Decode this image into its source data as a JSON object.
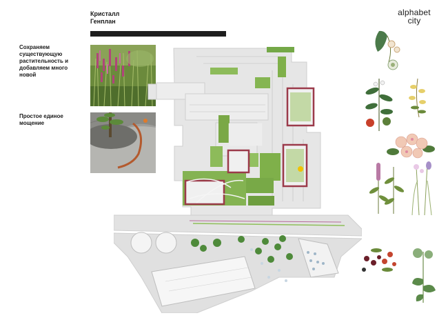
{
  "header": {
    "title_line1": "Кристалл",
    "title_line2": "Генплан"
  },
  "logo": {
    "line1": "alphabet",
    "line2": "city"
  },
  "captions": [
    {
      "line1": "Сохраняем",
      "line2": "существующую",
      "line3": "растительность и",
      "line4": "добавляем много",
      "line5": "новой"
    },
    {
      "line1": "Простое единое",
      "line2": "мощение"
    }
  ],
  "colors": {
    "accent_dark": "#1e1e1e",
    "plan_bg": "#e4e4e4",
    "green": "#7fb04a",
    "building_outline": "#9b3a4a",
    "asphalt": "#c9c9c9"
  },
  "icons": [
    "meadow-photo",
    "paving-photo",
    "site-plan",
    "botanical-illustration"
  ]
}
